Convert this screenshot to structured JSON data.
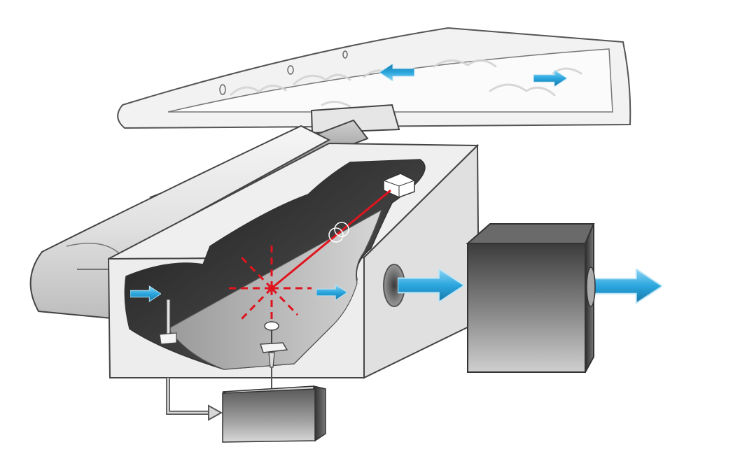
{
  "diagram": {
    "components": [
      "sampling-duct",
      "aerosol-flow-tube",
      "sensing-chamber",
      "laser-source",
      "laser-beam",
      "scatter-point",
      "photodetector",
      "signal-processor",
      "exhaust-pump"
    ],
    "colors": {
      "laser": "#e0141e",
      "flow_arrow": "#2aa6de",
      "chamber_face": "#ececec",
      "chamber_interior": "#2e2e2e",
      "box_dark": "#4c4c4c",
      "box_light": "#e8e8e8",
      "outline": "#3a3a3a"
    },
    "icons": [
      "flow-arrow-icon"
    ]
  }
}
